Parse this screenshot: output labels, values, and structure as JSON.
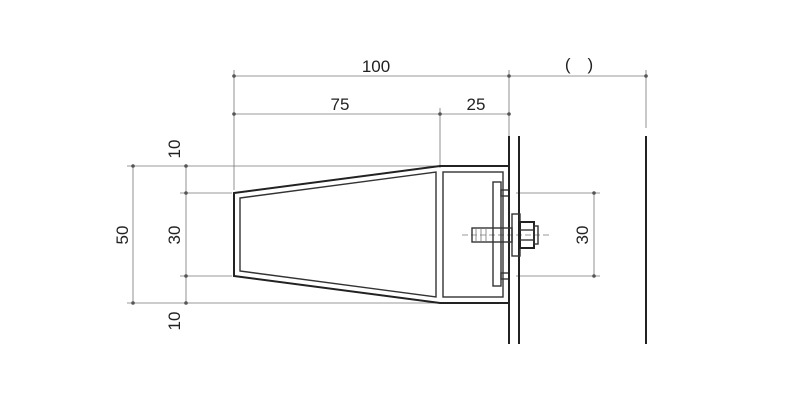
{
  "drawing": {
    "dimensions": {
      "overall_width": "100",
      "taper_length": "75",
      "box_length": "25",
      "unspecified": "(　)",
      "total_height": "50",
      "top_offset": "10",
      "inner_height": "30",
      "bottom_offset": "10",
      "bolt_spacing": "30"
    }
  }
}
